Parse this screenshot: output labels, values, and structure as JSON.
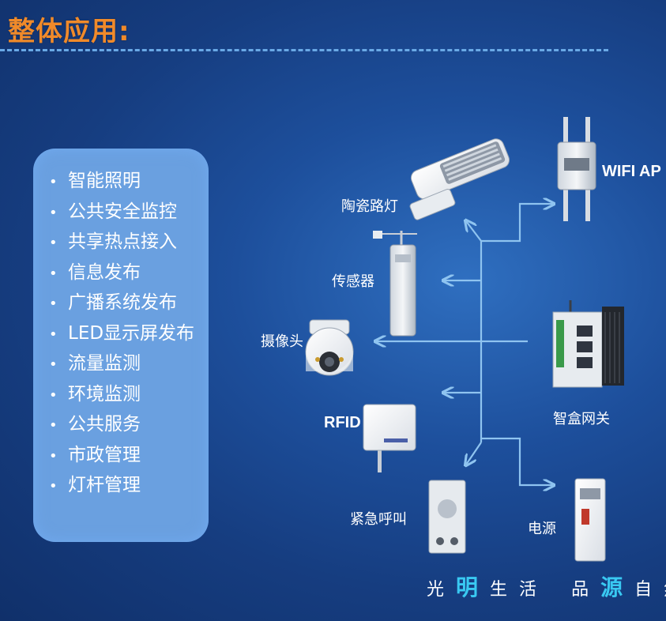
{
  "title": "整体应用:",
  "features": [
    "智能照明",
    "公共安全监控",
    "共享热点接入",
    "信息发布",
    "广播系统发布",
    "LED显示屏发布",
    "流量监测",
    "环境监测",
    "公共服务",
    "市政管理",
    "灯杆管理"
  ],
  "bullet": "•",
  "devices": {
    "street_lamp": "陶瓷路灯",
    "wifi_ap": "WIFI AP",
    "sensor": "传感器",
    "camera": "摄像头",
    "gateway": "智盒网关",
    "rfid": "RFID",
    "emergency_call": "紧急呼叫",
    "power": "电源"
  },
  "slogan": [
    "光",
    "明",
    "生",
    "活",
    "品",
    "源",
    "自",
    "然"
  ],
  "colors": {
    "title": "#f08a2a",
    "panel": "#6aa0e0",
    "connector": "#8fc4f0",
    "slogan_highlight": "#39c9f2"
  }
}
